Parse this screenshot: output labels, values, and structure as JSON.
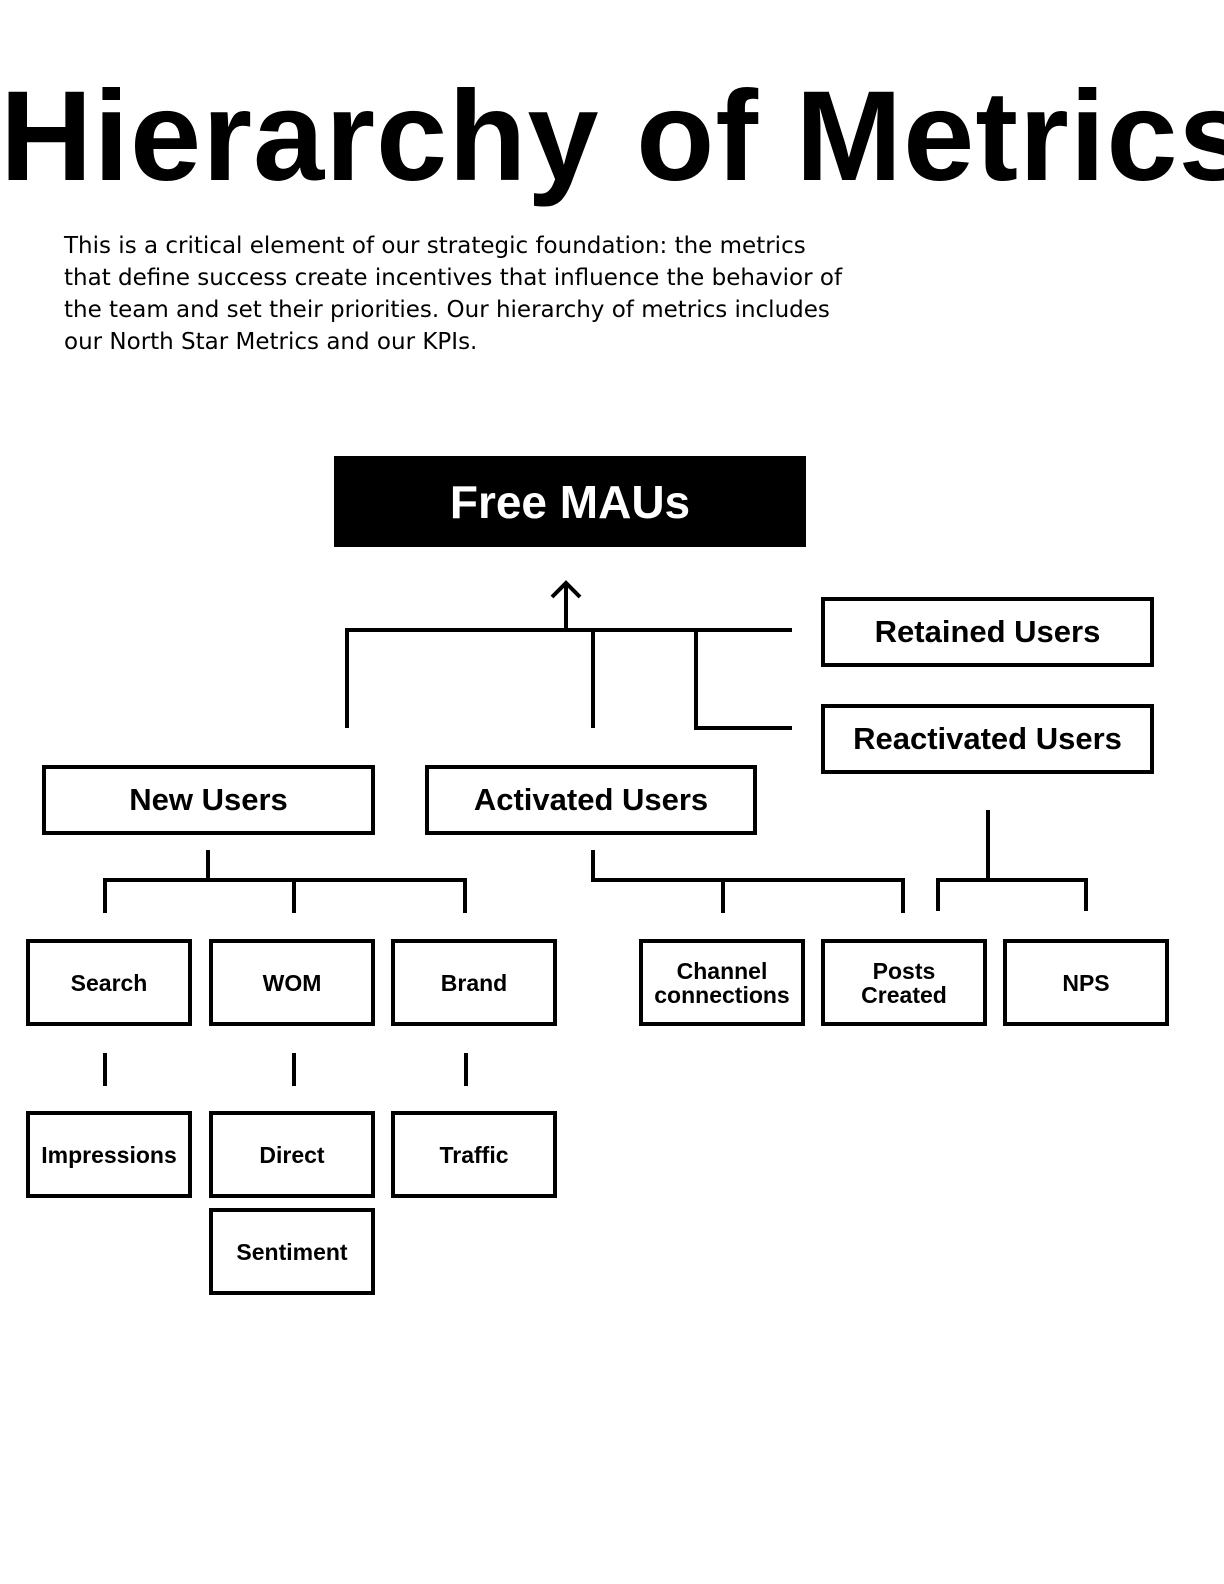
{
  "title": "Hierarchy of Metrics",
  "intro": "This is a critical element of our strategic foundation: the metrics that define success create incentives that influence the behavior of the team and set their priorities. Our hierarchy of metrics includes our North Star Metrics and our KPIs.",
  "nodes": {
    "free_maus": "Free MAUs",
    "retained_users": "Retained Users",
    "reactivated_users": "Reactivated Users",
    "new_users": "New Users",
    "activated_users": "Activated Users",
    "search": "Search",
    "wom": "WOM",
    "brand": "Brand",
    "channel_connections": "Channel connections",
    "posts_created": "Posts Created",
    "nps": "NPS",
    "impressions": "Impressions",
    "direct": "Direct",
    "traffic": "Traffic",
    "sentiment": "Sentiment"
  }
}
